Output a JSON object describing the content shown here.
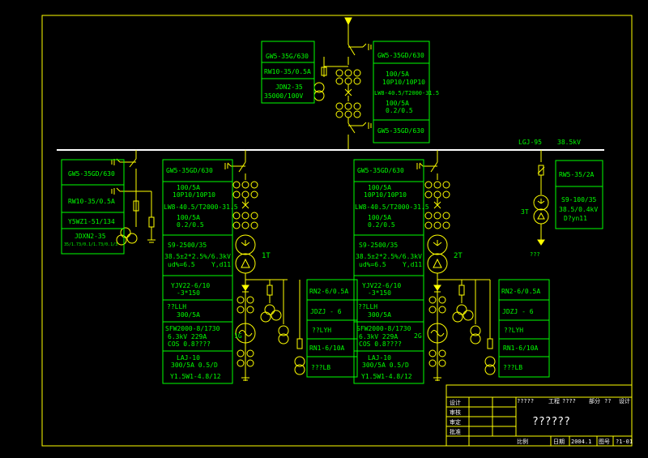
{
  "colors": {
    "background": "#000000",
    "frame": "#ffff00",
    "busbar": "#ffffff",
    "equipment": "#ffff00",
    "text": "#00ff00",
    "title_text": "#ffffff"
  },
  "incoming": {
    "label_gw_left": "GW5-35G/630",
    "label_rw": "RW10-35/0.5A",
    "label_jdn": "JDN2-35",
    "label_jdn_ratio": "35000/100V",
    "label_gw_top": "GW5-35GD/630",
    "label_ct_ratio": "100/5A",
    "label_ct_class": "10P10/10P10",
    "label_lw": "LW8-40.5/T2000-31.5",
    "label_ct2_ratio": "100/5A",
    "label_ct2_class": "0.2/0.5",
    "label_gw_bottom": "GW5-35GD/630"
  },
  "bus": {
    "label_lgj": "LGJ-95",
    "label_voltage": "38.5kV"
  },
  "arrester": {
    "label_gw": "GW5-35GD/630",
    "label_rw": "RW10-35/0.5A",
    "label_ysw": "Y5WZ1-51/134",
    "label_jdx": "JDXN2-35",
    "label_jdx_ratio": "35/1.73/0.1/1.73/0.1/3"
  },
  "unit1": {
    "label_gw": "GW5-35GD/630",
    "label_ct_ratio": "100/5A",
    "label_ct_class": "10P10/10P10",
    "label_lw": "LW8-40.5/T2000-31.5",
    "label_ct2_ratio": "100/5A",
    "label_ct2_class": "0.2/0.5",
    "label_s9": "S9-2500/35",
    "label_tap": "38.5±2*2.5%/6.3kV",
    "label_ud": "ud%=6.5",
    "label_group": "Y,d11",
    "tag_transformer": "1T",
    "label_cable": "YJV22-6/10",
    "label_cable2": "-3*150",
    "label_lh": "??LLH",
    "label_lh_ratio": "300/5A",
    "label_gen": "SFW2000-8/1730",
    "label_gen2": "6.3kV 229A",
    "label_gen_cos": "COS 0.8????",
    "tag_gen": "1G",
    "label_laj": "LAJ-10",
    "label_laj2": "300/5A  0.5/D",
    "label_y15": "Y1.5W1-4.8/12",
    "label_rn2": "RN2-6/0.5A",
    "label_jdzj": "JDZJ - 6",
    "label_lyh": "??LYH",
    "label_rn1": "RN1-6/10A",
    "label_lb": "???LB"
  },
  "unit2": {
    "label_gw": "GW5-35GD/630",
    "label_ct_ratio": "100/5A",
    "label_ct_class": "10P10/10P10",
    "label_lw": "LW8-40.5/T2000-31.5",
    "label_ct2_ratio": "100/5A",
    "label_ct2_class": "0.2/0.5",
    "label_s9": "S9-2500/35",
    "label_tap": "38.5±2*2.5%/6.3kV",
    "label_ud": "ud%=6.5",
    "label_group": "Y,d11",
    "tag_transformer": "2T",
    "label_cable": "YJV22-6/10",
    "label_cable2": "-3*150",
    "label_lh": "??LLH",
    "label_lh_ratio": "300/5A",
    "label_gen": "SFW2000-8/1730",
    "label_gen2": "6.3kV 229A",
    "label_gen_cos": "COS 0.8????",
    "tag_gen": "2G",
    "label_laj": "LAJ-10",
    "label_laj2": "300/5A  0.5/D",
    "label_y15": "Y1.5W1-4.8/12",
    "label_rn2": "RN2-6/0.5A",
    "label_jdzj": "JDZJ - 6",
    "label_lyh": "??LYH",
    "label_rn1": "RN1-6/10A",
    "label_lb": "???LB"
  },
  "station": {
    "label_rw": "RW5-35/2A",
    "label_s9": "S9-100/35",
    "label_ratio": "38.5/0.4kV",
    "label_group": "D?yn11",
    "tag_transformer": "3T",
    "label_load": "???"
  },
  "title_block": {
    "row1_a": "设计",
    "row2_a": "审核",
    "row3_a": "审定",
    "row4_a": "批准",
    "top_b": "?????",
    "top_c": "工程",
    "top_d": "????",
    "top_e": "部分",
    "top_f": "??",
    "top_g": "设计",
    "drawing_title": "??????",
    "bottom_scale": "比例",
    "bottom_date_label": "日期",
    "bottom_date": "2004.1",
    "bottom_no_label": "图号",
    "bottom_no": "?1-01"
  }
}
